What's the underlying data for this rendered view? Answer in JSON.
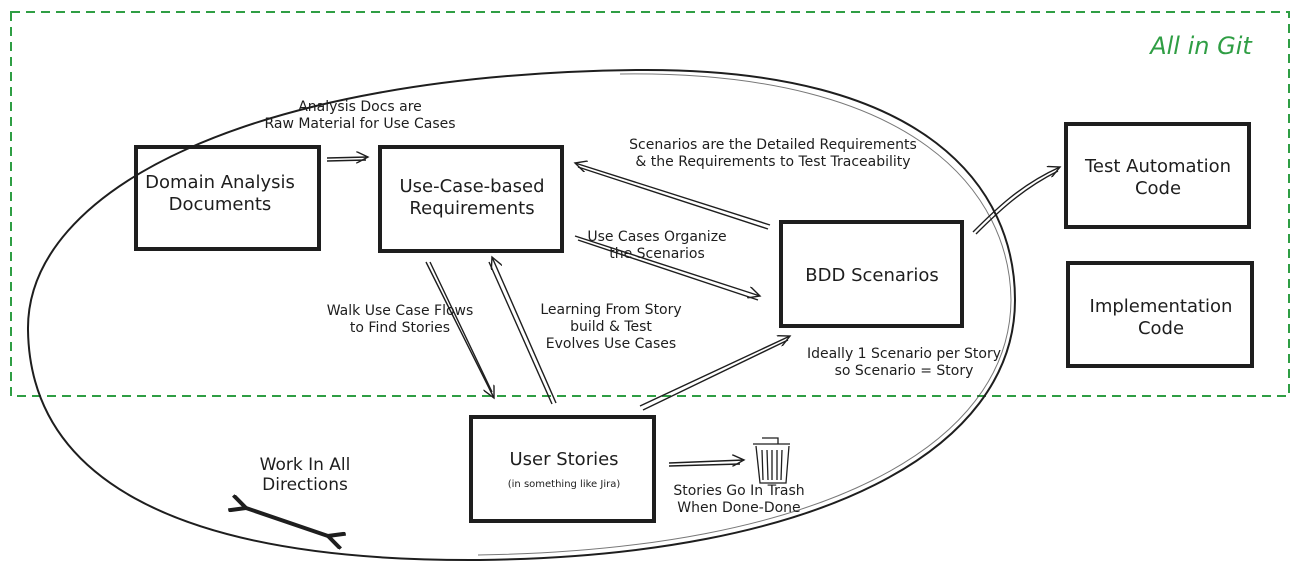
{
  "region": {
    "label": "All in Git",
    "color": "#2f9e44"
  },
  "ink": "#1e1e1e",
  "boxes": {
    "domain": {
      "lines": [
        "Domain Analysis",
        "Documents"
      ]
    },
    "usecase": {
      "lines": [
        "Use-Case-based",
        "Requirements"
      ]
    },
    "bdd": {
      "lines": [
        "BDD Scenarios"
      ]
    },
    "test": {
      "lines": [
        "Test Automation",
        "Code"
      ]
    },
    "impl": {
      "lines": [
        "Implementation",
        "Code"
      ]
    },
    "stories": {
      "lines": [
        "User Stories"
      ],
      "note": "(in something like Jira)"
    }
  },
  "labels": {
    "analysis_docs": [
      "Analysis Docs are",
      "Raw Material for Use Cases"
    ],
    "scenarios_detailed": [
      "Scenarios are the Detailed Requirements",
      "& the Requirements to Test Traceability"
    ],
    "use_cases_organize": [
      "Use Cases Organize",
      "the Scenarios"
    ],
    "walk_flows": [
      "Walk Use Case Flows",
      "to Find Stories"
    ],
    "learning": [
      "Learning From Story",
      "build & Test",
      "Evolves Use Cases"
    ],
    "ideally": [
      "Ideally 1 Scenario per Story",
      "so Scenario = Story"
    ],
    "trash": [
      "Stories Go In Trash",
      "When Done-Done"
    ],
    "all_directions": [
      "Work In All",
      "Directions"
    ]
  },
  "icons": [
    "trash-can-icon",
    "double-headed-arrow-icon"
  ]
}
